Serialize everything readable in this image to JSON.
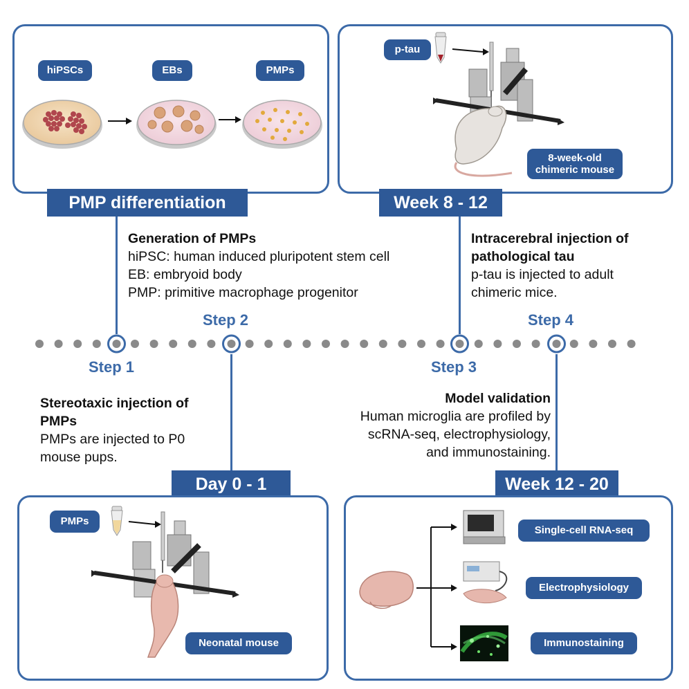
{
  "step2_panel": {
    "header": "PMP differentiation",
    "labels": {
      "hipsc": "hiPSCs",
      "eb": "EBs",
      "pmp": "PMPs"
    }
  },
  "step3_panel": {
    "header": "Week 8 - 12",
    "labels": {
      "ptau": "p-tau",
      "mouse_line1": "8-week-old",
      "mouse_line2": "chimeric mouse"
    }
  },
  "step1_panel": {
    "header": "Day 0 - 1",
    "labels": {
      "pmps": "PMPs",
      "mouse": "Neonatal mouse"
    }
  },
  "step4_panel": {
    "header": "Week 12 - 20",
    "labels": {
      "scrna": "Single-cell RNA-seq",
      "ephys": "Electrophysiology",
      "immuno": "Immunostaining"
    }
  },
  "timeline": {
    "steps": [
      "Step 1",
      "Step 2",
      "Step 3",
      "Step 4"
    ]
  },
  "descriptions": {
    "generation": {
      "title": "Generation of PMPs",
      "lines": [
        "hiPSC: human induced pluripotent stem cell",
        "EB: embryoid body",
        "PMP: primitive macrophage progenitor"
      ]
    },
    "intracerebral": {
      "title_line1": "Intracerebral injection of",
      "title_line2": "pathological tau",
      "lines": [
        "p-tau is injected to adult",
        "chimeric mice."
      ]
    },
    "stereotaxic": {
      "title_line1": "Stereotaxic injection of",
      "title_line2": "PMPs",
      "lines": [
        "PMPs are injected to P0",
        "mouse pups."
      ]
    },
    "validation": {
      "title": "Model validation",
      "lines": [
        "Human microglia are profiled by",
        "scRNA-seq,  electrophysiology,",
        "and immunostaining."
      ]
    }
  },
  "colors": {
    "accent": "#2e5997",
    "line": "#3c6aa8",
    "dot": "#8a8a8a"
  }
}
